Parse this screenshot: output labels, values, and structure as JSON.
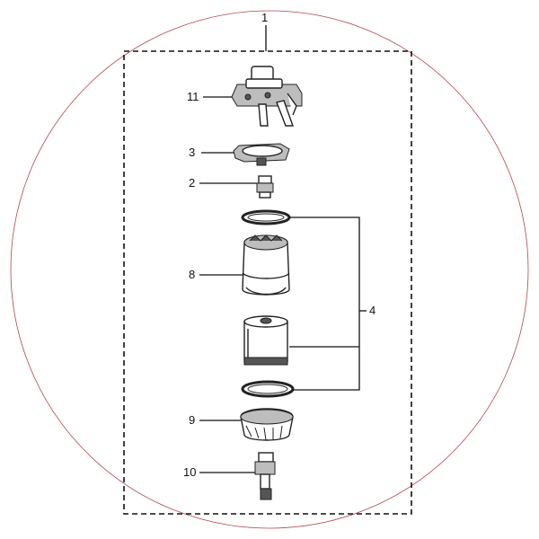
{
  "callouts": {
    "assembly": "1",
    "head": "11",
    "clamp": "3",
    "nipple": "2",
    "bowl": "8",
    "kit": "4",
    "drain_cap": "9",
    "drain_valve": "10"
  }
}
